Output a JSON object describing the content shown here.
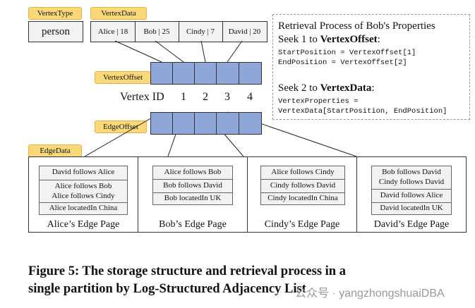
{
  "tags": {
    "vertex_type": "VertexType",
    "vertex_data": "VertexData",
    "vertex_offset": "VertexOffset",
    "edge_offset": "EdgeOffset",
    "edge_data": "EdgeData"
  },
  "vertex_type_value": "person",
  "vertex_data_cells": [
    "Alice | 18",
    "Bob | 25",
    "Cindy | 7",
    "David | 20"
  ],
  "vertex_id_label": "Vertex ID",
  "vertex_ids": [
    "1",
    "2",
    "3",
    "4"
  ],
  "retrieval": {
    "title": "Retrieval Process of Bob's Properties",
    "seek1_prefix": "Seek 1 to ",
    "seek1_bold": "VertexOffset",
    "seek1_suffix": ":",
    "code1": "StartPosition = VertexOffset[1]",
    "code2": "EndPosition = VertexOffset[2]",
    "seek2_prefix": "Seek 2 to ",
    "seek2_bold": "VertexData",
    "seek2_suffix": ":",
    "code3": "VertexProperties =",
    "code4": "VertexData[StartPosition, EndPosition]"
  },
  "edge_pages": [
    {
      "label": "Alice’s Edge Page",
      "groups": [
        [
          "David follows Alice"
        ],
        [
          "Alice follows Bob",
          "Alice follows Cindy"
        ],
        [
          "Alice locatedIn China"
        ]
      ]
    },
    {
      "label": "Bob’s Edge Page",
      "groups": [
        [
          "Alice follows Bob"
        ],
        [
          "Bob follows David"
        ],
        [
          "Bob locatedIn UK"
        ]
      ]
    },
    {
      "label": "Cindy’s Edge Page",
      "groups": [
        [
          "Alice follows Cindy"
        ],
        [
          "Cindy follows David"
        ],
        [
          "Cindy locatedIn China"
        ]
      ]
    },
    {
      "label": "David’s Edge Page",
      "groups": [
        [
          "Bob follows David",
          "Cindy follows David"
        ],
        [
          "David follows Alice"
        ],
        [
          "David locatedIn UK"
        ]
      ]
    }
  ],
  "caption": {
    "line1": "Figure 5: The storage structure and retrieval process in a",
    "line2": "single partition by Log-Structured Adjacency List"
  },
  "watermark": "公众号 · yangzhongshuaiDBA",
  "colors": {
    "tag": "#fbd97a",
    "offset_cell": "#8fa6d8"
  }
}
